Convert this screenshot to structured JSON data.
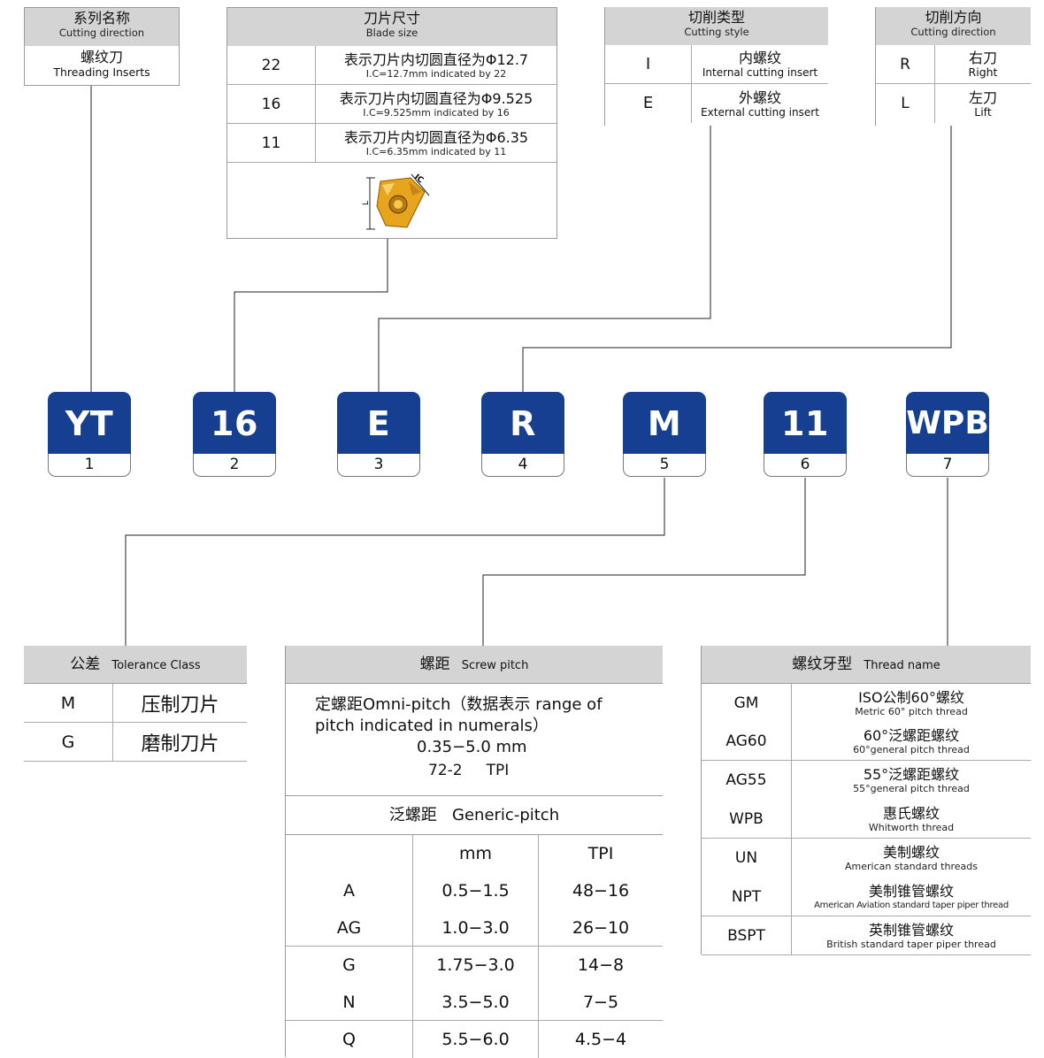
{
  "series_box": {
    "title_zh": "系列名称",
    "title_en": "Cutting direction",
    "value_zh": "螺纹刀",
    "value_en": "Threading Inserts"
  },
  "blade_box": {
    "title_zh": "刀片尺寸",
    "title_en": "Blade size",
    "rows": [
      {
        "code": "22",
        "zh": "表示刀片内切圆直径为Φ12.7",
        "en": "I.C=12.7mm indicated by 22"
      },
      {
        "code": "16",
        "zh": "表示刀片内切圆直径为Φ9.525",
        "en": "I.C=9.525mm indicated by 16"
      },
      {
        "code": "11",
        "zh": "表示刀片内切圆直径为Φ6.35",
        "en": "I.C=6.35mm indicated by 11"
      }
    ],
    "diagram_label_ic": "IC",
    "diagram_label_l": "L"
  },
  "style_box": {
    "title_zh": "切削类型",
    "title_en": "Cutting style",
    "rows": [
      {
        "code": "I",
        "zh": "内螺纹",
        "en": "Internal cutting insert"
      },
      {
        "code": "E",
        "zh": "外螺纹",
        "en": "External cutting insert"
      }
    ]
  },
  "direction_box": {
    "title_zh": "切削方向",
    "title_en": "Cutting direction",
    "rows": [
      {
        "code": "R",
        "zh": "右刀",
        "en": "Right"
      },
      {
        "code": "L",
        "zh": "左刀",
        "en": "Lift"
      }
    ]
  },
  "code_blocks": [
    {
      "text": "YT",
      "num": "1"
    },
    {
      "text": "16",
      "num": "2"
    },
    {
      "text": "E",
      "num": "3"
    },
    {
      "text": "R",
      "num": "4"
    },
    {
      "text": "M",
      "num": "5"
    },
    {
      "text": "11",
      "num": "6"
    },
    {
      "text": "WPB",
      "num": "7"
    }
  ],
  "tolerance_box": {
    "title_zh": "公差",
    "title_en": "Tolerance Class",
    "rows": [
      {
        "code": "M",
        "zh": "压制刀片"
      },
      {
        "code": "G",
        "zh": "磨制刀片"
      }
    ]
  },
  "pitch_box": {
    "title_zh": "螺距",
    "title_en": "Screw  pitch",
    "omni_line1": "定螺距Omni-pitch（数据表示 range of",
    "omni_line2": "pitch indicated in numerals）",
    "omni_mm": "0.35−5.0 mm",
    "omni_tpi": "72-2     TPI",
    "generic_title": "泛螺距   Generic-pitch",
    "col_mm": "mm",
    "col_tpi": "TPI",
    "rows": [
      {
        "code": "A",
        "mm": "0.5−1.5",
        "tpi": "48−16"
      },
      {
        "code": "AG",
        "mm": "1.0−3.0",
        "tpi": "26−10"
      },
      {
        "code": "G",
        "mm": "1.75−3.0",
        "tpi": "14−8"
      },
      {
        "code": "N",
        "mm": "3.5−5.0",
        "tpi": "7−5"
      },
      {
        "code": "Q",
        "mm": "5.5−6.0",
        "tpi": "4.5−4"
      }
    ]
  },
  "thread_box": {
    "title_zh": "螺纹牙型",
    "title_en": "Thread name",
    "rows": [
      {
        "code": "GM",
        "zh": "ISO公制60°螺纹",
        "en": "Metric 60° pitch thread"
      },
      {
        "code": "AG60",
        "zh": "60°泛螺距螺纹",
        "en": "60°general pitch thread"
      },
      {
        "code": "AG55",
        "zh": "55°泛螺距螺纹",
        "en": "55°general pitch thread"
      },
      {
        "code": "WPB",
        "zh": "惠氏螺纹",
        "en": "Whitworth thread"
      },
      {
        "code": "UN",
        "zh": "美制螺纹",
        "en": "American standard threads"
      },
      {
        "code": "NPT",
        "zh": "美制锥管螺纹",
        "en": "American Aviation standard taper piper thread"
      },
      {
        "code": "BSPT",
        "zh": "英制锥管螺纹",
        "en": "British standard taper piper thread"
      }
    ]
  },
  "colors": {
    "block": "#163f92",
    "header": "#d4d4d4"
  }
}
